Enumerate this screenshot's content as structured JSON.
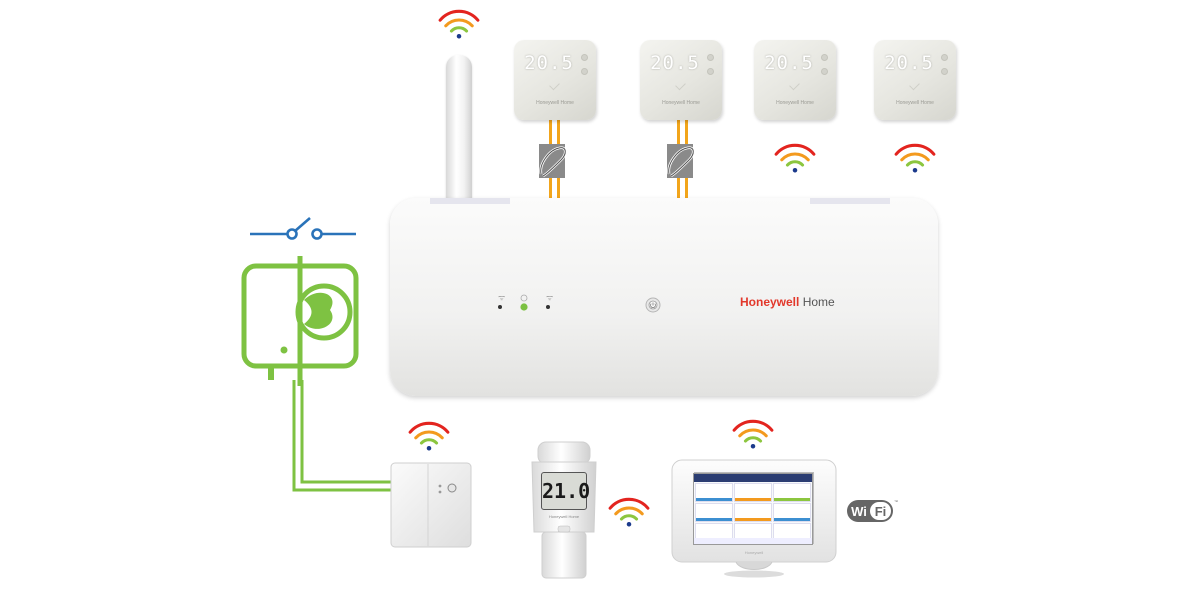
{
  "hub": {
    "brand_bold": "Honeywell",
    "brand_light": " Home"
  },
  "thermostats": [
    {
      "temp": "20.5",
      "brand": "Honeywell Home",
      "connection": "wired"
    },
    {
      "temp": "20.5",
      "brand": "Honeywell Home",
      "connection": "wired"
    },
    {
      "temp": "20.5",
      "brand": "Honeywell Home",
      "connection": "wireless"
    },
    {
      "temp": "20.5",
      "brand": "Honeywell Home",
      "connection": "wireless"
    }
  ],
  "radiator_valve": {
    "display": "21.0",
    "brand": "Honeywell Home"
  },
  "wifi_badge": {
    "text": "WiFi"
  },
  "colors": {
    "wave_red": "#e3241f",
    "wave_orange": "#f39a1e",
    "wave_green": "#8cc63f",
    "dot": "#1b3a8c",
    "boiler_green": "#7ec242",
    "switch_blue": "#2a73b9",
    "wire_orange": "#f2a51b",
    "brand_red": "#e2382b"
  },
  "icons": [
    "wifi-waves-icon",
    "open-switch-icon",
    "boiler-icon",
    "wired-connection-icon",
    "wifi-logo-icon"
  ]
}
